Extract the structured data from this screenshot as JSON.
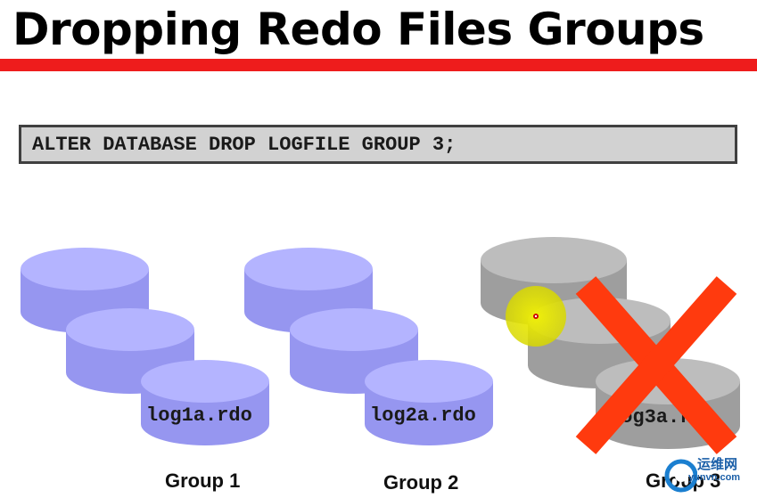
{
  "slide": {
    "title": "Dropping Redo Files Groups",
    "command": "ALTER DATABASE DROP LOGFILE GROUP 3;",
    "groups": [
      {
        "label": "Group 1",
        "file_label": "log1a.rdo",
        "dropped": false
      },
      {
        "label": "Group 2",
        "file_label": "log2a.rdo",
        "dropped": false
      },
      {
        "label": "Group 3",
        "file_label": "log3a.rdo",
        "dropped": true
      }
    ],
    "icons": {
      "disk": "disk-stack-icon",
      "cross": "red-x-icon",
      "pointer": "pointer-highlight-icon"
    }
  },
  "watermark": {
    "text": "运维网",
    "sub": "yunvn.com"
  },
  "colors": {
    "title_rule": "#ee1c1c",
    "active_disk": "#a5a5ff",
    "dropped_disk": "#a8a8a8",
    "cross": "#ff3a0e",
    "highlight": "#e6e600",
    "command_bg": "#d2d2d2"
  }
}
